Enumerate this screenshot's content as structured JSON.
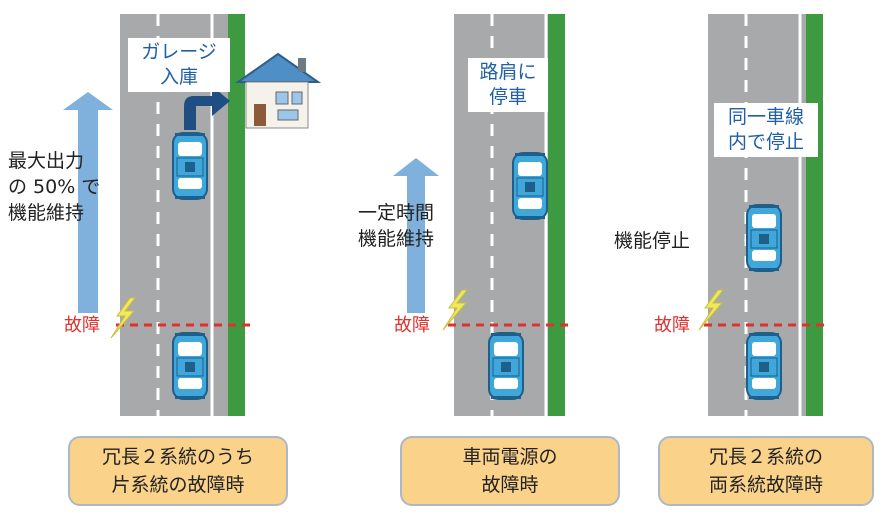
{
  "colors": {
    "road": "#a7a9ab",
    "lane_line": "#ffffff",
    "grass": "#3d9a40",
    "arrow": "#7fb1dc",
    "fault_line": "#e0312f",
    "callout_text": "#1f5fa8",
    "caption_bg": "#fbd28a",
    "car_body": "#3fa7d9",
    "lightning": "#f2e95a"
  },
  "panels": [
    {
      "id": "one-system-fault",
      "callout": "ガレージ\n入庫",
      "side_label": "最大出力\nの 50% で\n機能維持",
      "fault_label": "故障",
      "caption": "冗長２系統のうち\n片系統の故障時",
      "icons": [
        "garage-house-icon",
        "turn-arrow-icon",
        "lightning-icon",
        "car-icon"
      ]
    },
    {
      "id": "vehicle-power-fault",
      "callout": "路肩に\n停車",
      "side_label": "一定時間\n機能維持",
      "fault_label": "故障",
      "caption": "車両電源の\n故障時",
      "icons": [
        "lightning-icon",
        "car-icon"
      ]
    },
    {
      "id": "both-systems-fault",
      "callout": "同一車線\n内で停止",
      "side_label": "機能停止",
      "fault_label": "故障",
      "caption": "冗長２系統の\n両系統故障時",
      "icons": [
        "lightning-icon",
        "car-icon"
      ]
    }
  ]
}
